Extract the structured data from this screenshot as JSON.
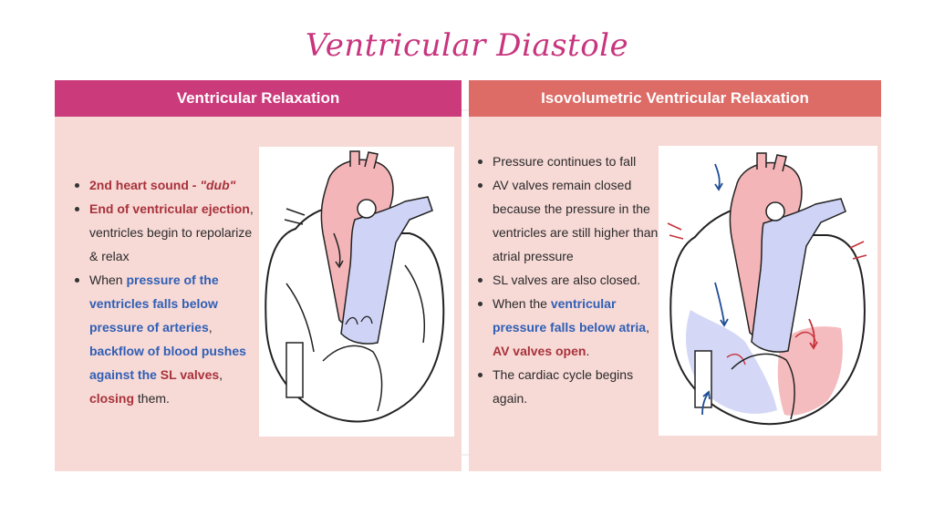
{
  "title": "Ventricular Diastole",
  "left_panel": {
    "header": "Ventricular Relaxation",
    "b1": {
      "a": "2nd heart sound - ",
      "b": "\"dub\""
    },
    "b2": {
      "a": "End of ventricular ejection",
      "b": ", ventricles begin to repolarize & relax"
    },
    "b3": {
      "a": "When ",
      "b": "pressure of the ventricles falls below pressure of arteries",
      "c": ", ",
      "d": "backflow of blood pushes against the ",
      "e": "SL valves",
      "f": ", ",
      "g": "closing",
      "h": " them."
    }
  },
  "right_panel": {
    "header": "Isovolumetric Ventricular Relaxation",
    "b1": "Pressure continues to fall",
    "b2": "AV valves remain closed because the pressure in the ventricles are still higher than atrial pressure",
    "b3": "SL valves are also closed.",
    "b4": {
      "a": "When the ",
      "b": "ventricular pressure falls below atria",
      "c": ", ",
      "d": "AV valves open",
      "e": "."
    },
    "b5": "The cardiac cycle begins again."
  },
  "colors": {
    "title": "#c8357e",
    "left_header": "#cb3a7b",
    "right_header": "#dd6b66",
    "panel_bg": "#f7d9d6",
    "red_text": "#a8323a",
    "blue_text": "#2f5fb5",
    "heart_red": "#f4b5b8",
    "heart_blue": "#cfd3f5"
  }
}
